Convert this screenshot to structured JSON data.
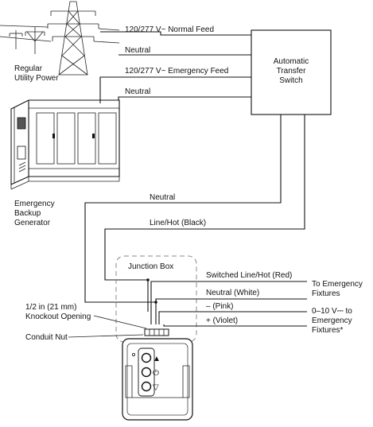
{
  "utility": {
    "label_lines": [
      "Regular",
      "Utility Power"
    ]
  },
  "generator": {
    "label_lines": [
      "Emergency",
      "Backup",
      "Generator"
    ]
  },
  "ats": {
    "label_lines": [
      "Automatic",
      "Transfer",
      "Switch"
    ]
  },
  "feeds": {
    "normal_feed": "120/277 V~  Normal Feed",
    "neutral_top": "Neutral",
    "emergency_feed": "120/277 V~  Emergency Feed",
    "neutral_gen": "Neutral",
    "neutral_ats": "Neutral",
    "line_hot_black": "Line/Hot (Black)"
  },
  "junction_box": {
    "label": "Junction Box"
  },
  "outputs": {
    "switched_line": "Switched Line/Hot (Red)",
    "neutral_white": "Neutral (White)",
    "pink": "– (Pink)",
    "violet": "+ (Violet)",
    "to_fixtures_lines": [
      "To Emergency",
      "Fixtures"
    ],
    "dimming_lines": [
      "0–10 V⎓ to",
      "Emergency",
      "Fixtures*"
    ]
  },
  "callouts": {
    "knockout_lines": [
      "1/2 in (21 mm)",
      "Knockout Opening"
    ],
    "conduit_nut": "Conduit Nut"
  },
  "device": {
    "up_glyph": "▲",
    "power_glyph": "⏻",
    "down_glyph": "▽"
  },
  "colors": {
    "line": "#111111",
    "junction_dash": "#8a8a8a",
    "device_fill": "#ffffff",
    "generator_screen": "#555555"
  }
}
